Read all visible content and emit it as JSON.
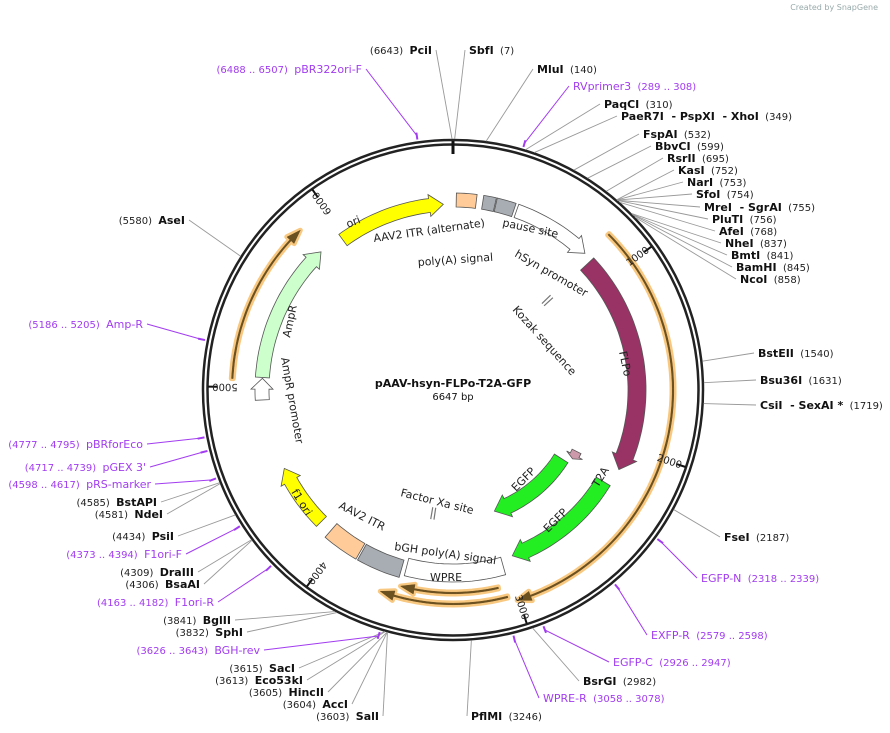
{
  "watermark": "Created by SnapGene",
  "plasmid": {
    "name": "pAAV-hsyn-FLPo-T2A-GFP",
    "length": "6647 bp",
    "bp": 6647
  },
  "colors": {
    "primer": "#a23cf0",
    "enzyme": "#111111",
    "orf_glow": "#f8c880",
    "orf_line": "#6b5020",
    "backbone": "#222222"
  },
  "features": [
    {
      "name": "ori",
      "start": 5977,
      "end": 6592,
      "color": "#ffff00",
      "direction": "forward"
    },
    {
      "name": "AAV2 ITR (alternate)",
      "start": 18,
      "end": 130,
      "color": "#ffcc99",
      "direction": "none"
    },
    {
      "name": "poly(A) signal",
      "start": 166,
      "end": 235,
      "color": "#a8adb3",
      "direction": "none"
    },
    {
      "name": "pause site",
      "start": 240,
      "end": 345,
      "color": "#a8adb3",
      "direction": "none"
    },
    {
      "name": "hSyn promoter",
      "start": 360,
      "end": 812,
      "color": "#ffffff",
      "direction": "forward"
    },
    {
      "name": "Kozak sequence",
      "start": 855,
      "end": 864,
      "color": "#999999",
      "direction": "none"
    },
    {
      "name": "FLPo",
      "start": 864,
      "end": 2135,
      "color": "#993366",
      "direction": "forward"
    },
    {
      "name": "T2A",
      "start": 2150,
      "end": 2215,
      "color": "#cc99aa",
      "direction": "forward"
    },
    {
      "name": "EGFP",
      "start": 2240,
      "end": 2960,
      "color": "#22ee22",
      "direction": "forward"
    },
    {
      "name": "EGFP",
      "start": 2258,
      "end": 2975,
      "color": "#22ee22",
      "direction": "forward"
    },
    {
      "name": "Factor Xa site",
      "start": 3485,
      "end": 3497,
      "color": "#999999",
      "direction": "none"
    },
    {
      "name": "WPRE",
      "start": 3030,
      "end": 3595,
      "color": "#ffffff",
      "direction": "none"
    },
    {
      "name": "bGH poly(A) signal",
      "start": 3620,
      "end": 3865,
      "color": "#a8adb3",
      "direction": "none"
    },
    {
      "name": "AAV2 ITR",
      "start": 3875,
      "end": 4080,
      "color": "#ffcc99",
      "direction": "none"
    },
    {
      "name": "f1 ori",
      "start": 4155,
      "end": 4525,
      "color": "#ffff00",
      "direction": "forward"
    },
    {
      "name": "AmpR promoter",
      "start": 4930,
      "end": 5050,
      "color": "#ffffff",
      "direction": "forward"
    },
    {
      "name": "AmpR",
      "start": 5055,
      "end": 5840,
      "color": "#ccffcc",
      "direction": "forward"
    }
  ],
  "orfs": [
    {
      "start": 830,
      "end": 3010
    },
    {
      "start": 3085,
      "end": 3600
    },
    {
      "start": 3050,
      "end": 3690
    },
    {
      "start": 5040,
      "end": 5840
    }
  ],
  "ticks": [
    "1000",
    "2000",
    "3000",
    "4000",
    "5000",
    "6000"
  ],
  "sites": [
    {
      "name": "SbfI",
      "loc": "7",
      "kind": "enzyme"
    },
    {
      "name": "MluI",
      "loc": "140",
      "kind": "enzyme"
    },
    {
      "name": "RVprimer3",
      "loc": "289 .. 308",
      "kind": "primer"
    },
    {
      "name": "PaqCI",
      "loc": "310",
      "kind": "enzyme"
    },
    {
      "name": "PaeR7I  - PspXI  - XhoI",
      "loc": "349",
      "kind": "enzyme"
    },
    {
      "name": "FspAI",
      "loc": "532",
      "kind": "enzyme"
    },
    {
      "name": "BbvCI",
      "loc": "599",
      "kind": "enzyme"
    },
    {
      "name": "RsrII",
      "loc": "695",
      "kind": "enzyme"
    },
    {
      "name": "KasI",
      "loc": "752",
      "kind": "enzyme"
    },
    {
      "name": "NarI",
      "loc": "753",
      "kind": "enzyme"
    },
    {
      "name": "SfoI",
      "loc": "754",
      "kind": "enzyme"
    },
    {
      "name": "MreI  - SgrAI",
      "loc": "755",
      "kind": "enzyme"
    },
    {
      "name": "PluTI",
      "loc": "756",
      "kind": "enzyme"
    },
    {
      "name": "AfeI",
      "loc": "768",
      "kind": "enzyme"
    },
    {
      "name": "NheI",
      "loc": "837",
      "kind": "enzyme"
    },
    {
      "name": "BmtI",
      "loc": "841",
      "kind": "enzyme"
    },
    {
      "name": "BamHI",
      "loc": "845",
      "kind": "enzyme"
    },
    {
      "name": "NcoI",
      "loc": "858",
      "kind": "enzyme"
    },
    {
      "name": "BstEII",
      "loc": "1540",
      "kind": "enzyme"
    },
    {
      "name": "Bsu36I",
      "loc": "1631",
      "kind": "enzyme"
    },
    {
      "name": "CsiI  - SexAI *",
      "loc": "1719",
      "kind": "enzyme"
    },
    {
      "name": "FseI",
      "loc": "2187",
      "kind": "enzyme"
    },
    {
      "name": "EGFP-N",
      "loc": "2318 .. 2339",
      "kind": "primer"
    },
    {
      "name": "EXFP-R",
      "loc": "2579 .. 2598",
      "kind": "primer"
    },
    {
      "name": "EGFP-C",
      "loc": "2926 .. 2947",
      "kind": "primer"
    },
    {
      "name": "BsrGI",
      "loc": "2982",
      "kind": "enzyme"
    },
    {
      "name": "WPRE-R",
      "loc": "3058 .. 3078",
      "kind": "primer"
    },
    {
      "name": "PflMI",
      "loc": "3246",
      "kind": "enzyme"
    },
    {
      "name": "SalI",
      "loc": "3603",
      "kind": "enzyme"
    },
    {
      "name": "AccI",
      "loc": "3604",
      "kind": "enzyme"
    },
    {
      "name": "HincII",
      "loc": "3605",
      "kind": "enzyme"
    },
    {
      "name": "Eco53kI",
      "loc": "3613",
      "kind": "enzyme"
    },
    {
      "name": "SacI",
      "loc": "3615",
      "kind": "enzyme"
    },
    {
      "name": "BGH-rev",
      "loc": "3626 .. 3643",
      "kind": "primer"
    },
    {
      "name": "SphI",
      "loc": "3832",
      "kind": "enzyme"
    },
    {
      "name": "BglII",
      "loc": "3841",
      "kind": "enzyme"
    },
    {
      "name": "F1ori-R",
      "loc": "4163 .. 4182",
      "kind": "primer"
    },
    {
      "name": "BsaAI",
      "loc": "4306",
      "kind": "enzyme"
    },
    {
      "name": "DraIII",
      "loc": "4309",
      "kind": "enzyme"
    },
    {
      "name": "F1ori-F",
      "loc": "4373 .. 4394",
      "kind": "primer"
    },
    {
      "name": "PsiI",
      "loc": "4434",
      "kind": "enzyme"
    },
    {
      "name": "NdeI",
      "loc": "4581",
      "kind": "enzyme"
    },
    {
      "name": "BstAPI",
      "loc": "4585",
      "kind": "enzyme"
    },
    {
      "name": "pRS-marker",
      "loc": "4598 .. 4617",
      "kind": "primer"
    },
    {
      "name": "pGEX 3'",
      "loc": "4717 .. 4739",
      "kind": "primer"
    },
    {
      "name": "pBRforEco",
      "loc": "4777 .. 4795",
      "kind": "primer"
    },
    {
      "name": "Amp-R",
      "loc": "5186 .. 5205",
      "kind": "primer"
    },
    {
      "name": "AseI",
      "loc": "5580",
      "kind": "enzyme"
    },
    {
      "name": "pBR322ori-F",
      "loc": "6488 .. 6507",
      "kind": "primer"
    },
    {
      "name": "PciI",
      "loc": "6643",
      "kind": "enzyme"
    }
  ]
}
